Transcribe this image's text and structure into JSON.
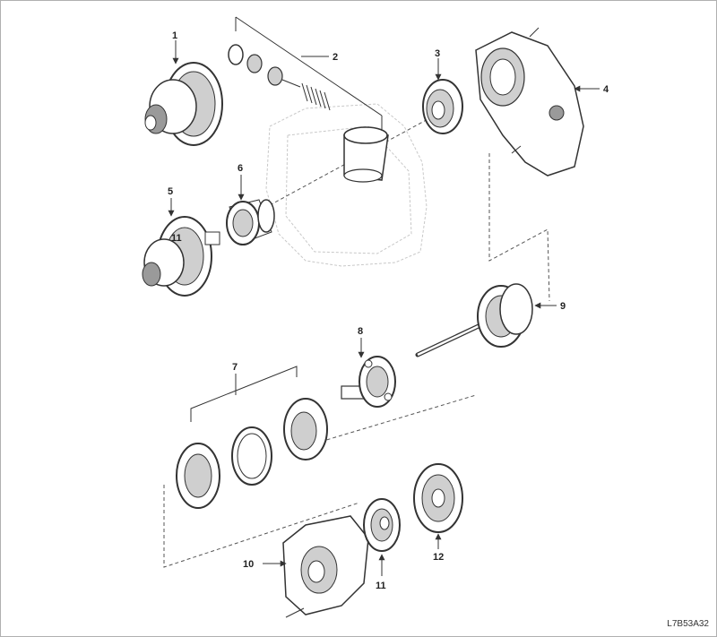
{
  "diagram": {
    "figure_code": "L7B53A32",
    "callouts": [
      {
        "id": "1",
        "label": "1"
      },
      {
        "id": "2",
        "label": "2"
      },
      {
        "id": "3",
        "label": "3"
      },
      {
        "id": "4",
        "label": "4"
      },
      {
        "id": "5",
        "label": "5"
      },
      {
        "id": "6",
        "label": "6"
      },
      {
        "id": "7",
        "label": "7"
      },
      {
        "id": "8",
        "label": "8"
      },
      {
        "id": "9",
        "label": "9"
      },
      {
        "id": "10",
        "label": "10"
      },
      {
        "id": "11a",
        "label": "11"
      },
      {
        "id": "11b",
        "label": "11"
      },
      {
        "id": "12",
        "label": "12"
      }
    ]
  }
}
